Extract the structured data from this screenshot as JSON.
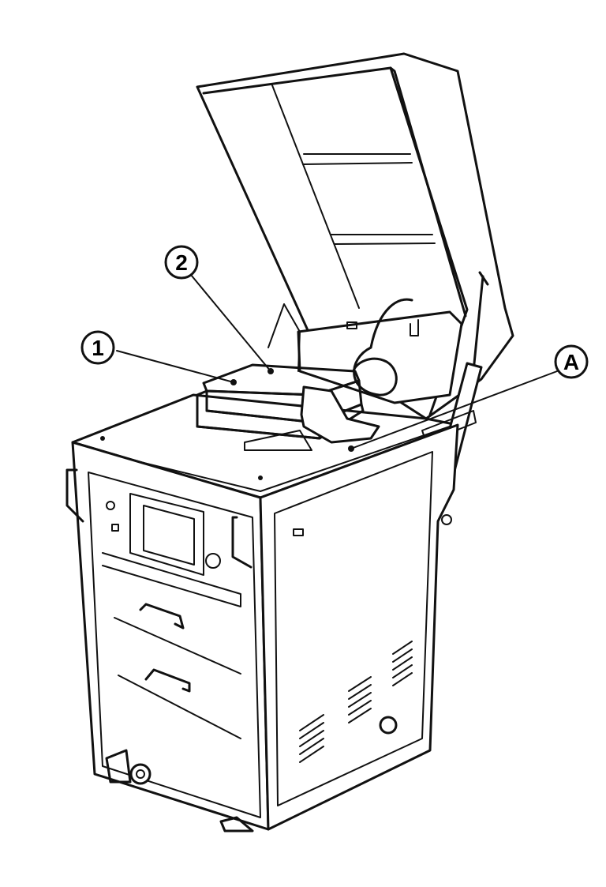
{
  "callouts": [
    {
      "id": "callout-1",
      "label": "1"
    },
    {
      "id": "callout-2",
      "label": "2"
    },
    {
      "id": "callout-a",
      "label": "A"
    }
  ]
}
